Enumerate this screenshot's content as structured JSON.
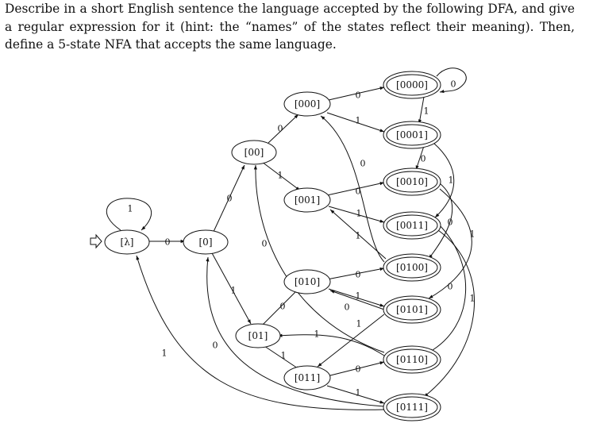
{
  "question": "Describe in a short English sentence the language accepted by the following DFA, and give a regular expression for it (hint: the “names” of the states reflect their meaning). Then, define a 5-state NFA that accepts the same language.",
  "states": {
    "lambda": "[λ]",
    "s0": "[0]",
    "s00": "[00]",
    "s01": "[01]",
    "s000": "[000]",
    "s001": "[001]",
    "s010": "[010]",
    "s011": "[011]",
    "s0000": "[0000]",
    "s0001": "[0001]",
    "s0010": "[0010]",
    "s0011": "[0011]",
    "s0100": "[0100]",
    "s0101": "[0101]",
    "s0110": "[0110]",
    "s0111": "[0111]"
  },
  "edge_labels": {
    "zero": "0",
    "one": "1"
  }
}
